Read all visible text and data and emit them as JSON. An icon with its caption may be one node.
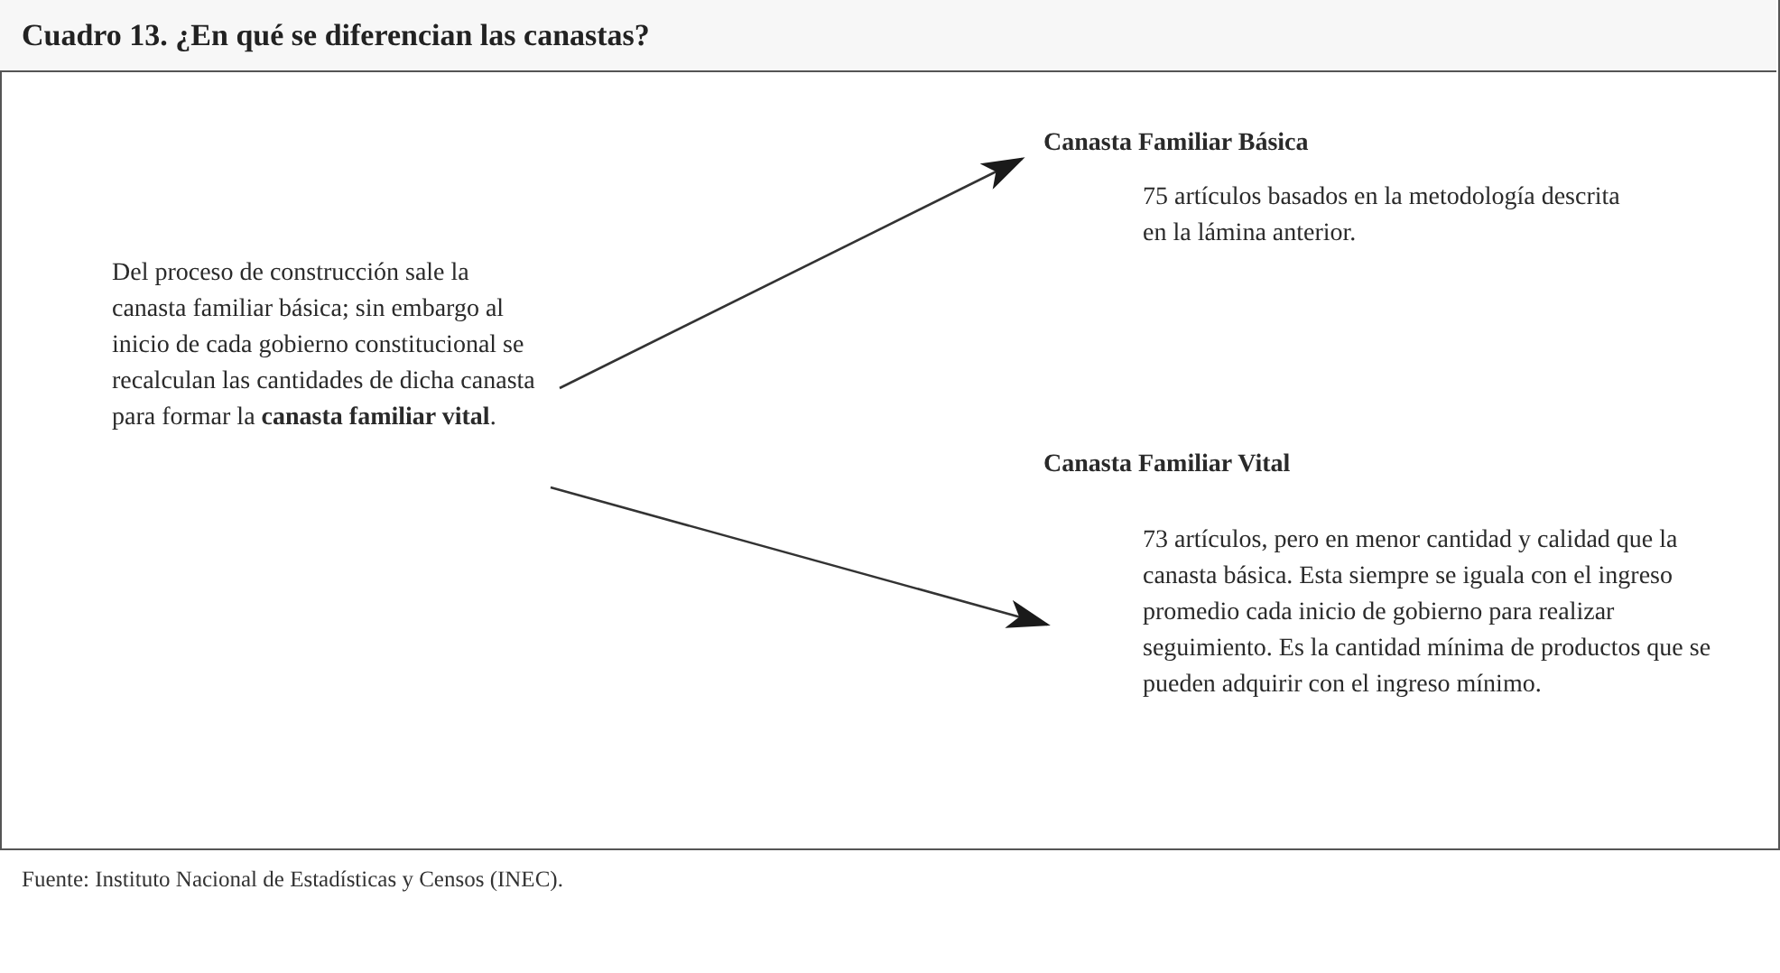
{
  "diagram": {
    "title": "Cuadro 13. ¿En qué se diferencian las canastas?",
    "nodes": [
      {
        "text": [
          "Del proceso de construcción sale la canasta familiar básica; sin embargo al inicio de cada gobierno constitucional se recalculan las cantidades de dicha canasta para formar la **canasta familiar vital**."
        ]
      },
      {
        "text": [
          "Canasta Familiar Básica",
          "75 artículos basados en la metodología descrita en la lámina anterior."
        ]
      },
      {
        "text": [
          "Canasta Familiar Vital",
          "73 artículos, pero en menor cantidad y calidad que la canasta básica. Esta siempre se iguala con el ingreso promedio cada inicio de gobierno para realizar seguimiento. Es la cantidad mínima de productos que se pueden adquirir con el ingreso mínimo."
        ]
      }
    ],
    "edges": [
      {
        "from": 0,
        "to": 1,
        "arrow": "to"
      },
      {
        "from": 0,
        "to": 2,
        "arrow": "to"
      }
    ],
    "labels": [
      "Fuente: Instituto Nacional de Estadísticas y Censos (INEC)."
    ]
  }
}
